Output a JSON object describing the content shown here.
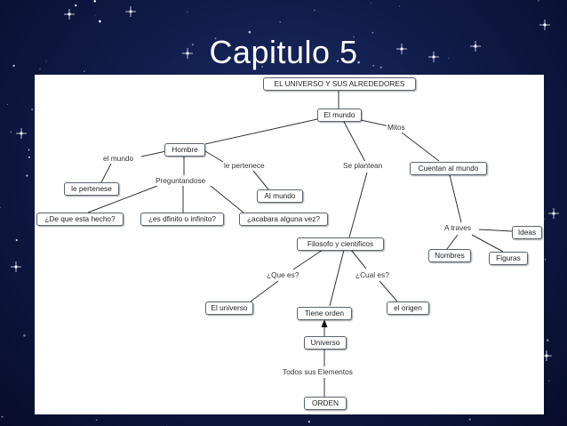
{
  "slide": {
    "title": "Capitulo 5"
  },
  "map": {
    "nodes": {
      "universo_alrededores": "EL UNIVERSO Y SUS ALREDEDORES",
      "el_mundo": "El mundo",
      "hombre": "Hombre",
      "le_pertenese": "le pertenese",
      "al_mundo": "Al mundo",
      "de_que_esta_hecho": "¿De que esta hecho?",
      "es_finito": "¿es dfinito o infinito?",
      "acabara": "¿acabara alguna vez?",
      "cuentan_al_mundo": "Cuentan al mundo",
      "ideas": "Ideas",
      "nombres": "Nombres",
      "figuras": "Figuras",
      "filosofos": "Filosofo y cientificos",
      "el_universo": "El universo",
      "tiene_orden": "Tiene orden",
      "el_origen": "el origen",
      "universo": "Universo",
      "orden": "ORDEN"
    },
    "links": {
      "mitos": "Mitos",
      "el_mundo": "el mundo",
      "le_pertenece": "le pertenece",
      "se_plantean": "Se plantean",
      "preguntandose": "Preguntandose",
      "a_traves": "A traves",
      "que_es": "¿Que es?",
      "cual_es": "¿Cual es?",
      "todos_sus_elementos": "Todos sus Elementos"
    }
  }
}
